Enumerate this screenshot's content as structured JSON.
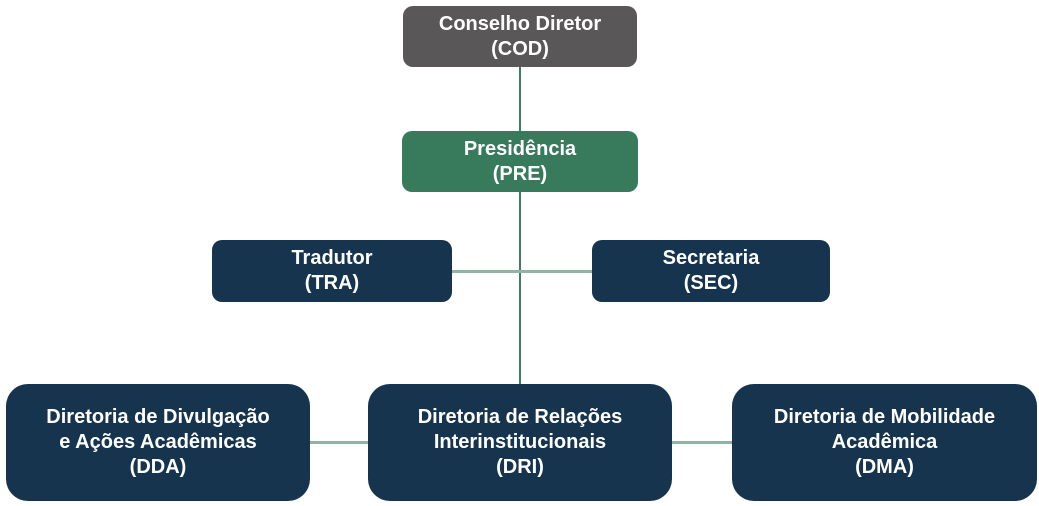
{
  "diagram": {
    "type": "org-chart",
    "colors": {
      "background": "#ffffff",
      "node_gray": "#595757",
      "node_green": "#377a5c",
      "node_navy": "#17344f",
      "node_text": "#ffffff",
      "connector_trunk": "#3e7d60",
      "connector_sibling": "#8fb4a4"
    },
    "nodes": {
      "cod": {
        "title": "Conselho Diretor",
        "code": "(COD)"
      },
      "pre": {
        "title": "Presidência",
        "code": "(PRE)"
      },
      "tra": {
        "title": "Tradutor",
        "code": "(TRA)"
      },
      "sec": {
        "title": "Secretaria",
        "code": "(SEC)"
      },
      "dda": {
        "title_line1": "Diretoria de Divulgação",
        "title_line2": "e Ações Acadêmicas",
        "code": "(DDA)"
      },
      "dri": {
        "title_line1": "Diretoria de Relações",
        "title_line2": "Interinstitucionais",
        "code": "(DRI)"
      },
      "dma": {
        "title_line1": "Diretoria de Mobilidade",
        "title_line2": "Acadêmica",
        "code": "(DMA)"
      }
    },
    "edges": [
      {
        "from": "COD",
        "to": "PRE",
        "style": "trunk-vertical"
      },
      {
        "from": "PRE",
        "to": "DRI",
        "style": "trunk-vertical"
      },
      {
        "from": "TRA",
        "to": "SEC",
        "style": "sibling-horizontal"
      },
      {
        "from": "DDA",
        "to": "DRI",
        "style": "sibling-horizontal"
      },
      {
        "from": "DRI",
        "to": "DMA",
        "style": "sibling-horizontal"
      }
    ]
  }
}
